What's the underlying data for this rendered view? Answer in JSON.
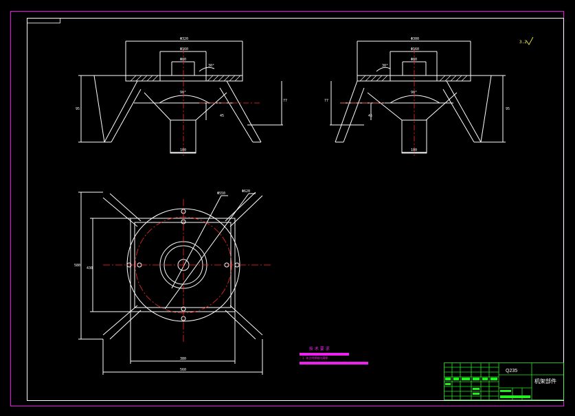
{
  "colors": {
    "background": "#000000",
    "outer_border": "#cc22cc",
    "lines": "#ffffff",
    "centerlines": "#ff2a2a",
    "dimensions": "#ffffff",
    "table_lines": "#22ee22",
    "table_text": "#ffffff",
    "notes_bar": "#ee22ee",
    "hatch": "#ffffff"
  },
  "title_block": {
    "material": "Q235",
    "part_name": "机架部件"
  },
  "notes": {
    "heading": "技 术 要 求",
    "line1": "1. 未注明焊缝均满焊"
  },
  "roughness": "3.2",
  "front_view": {
    "dims": {
      "top_width": "Φ320",
      "mid_width": "Φ160",
      "inner_width": "Φ80",
      "angle": "30°",
      "cone_angle": "90°",
      "left_height": "95",
      "right_height": "77",
      "small_dim": "45",
      "bottom_width": "100"
    }
  },
  "side_view": {
    "dims": {
      "top_width": "Φ300",
      "mid_width": "Φ160",
      "inner_width": "Φ80",
      "angle": "30°",
      "cone_angle": "90°",
      "left_height": "77",
      "right_height": "95",
      "small_dim": "45",
      "bottom_width": "100"
    }
  },
  "plan_view": {
    "dims": {
      "outer_dia": "Φ620",
      "pcd": "Φ550",
      "height_outer": "580",
      "height_inner": "430",
      "width_inner": "380",
      "width_outer": "560"
    }
  }
}
